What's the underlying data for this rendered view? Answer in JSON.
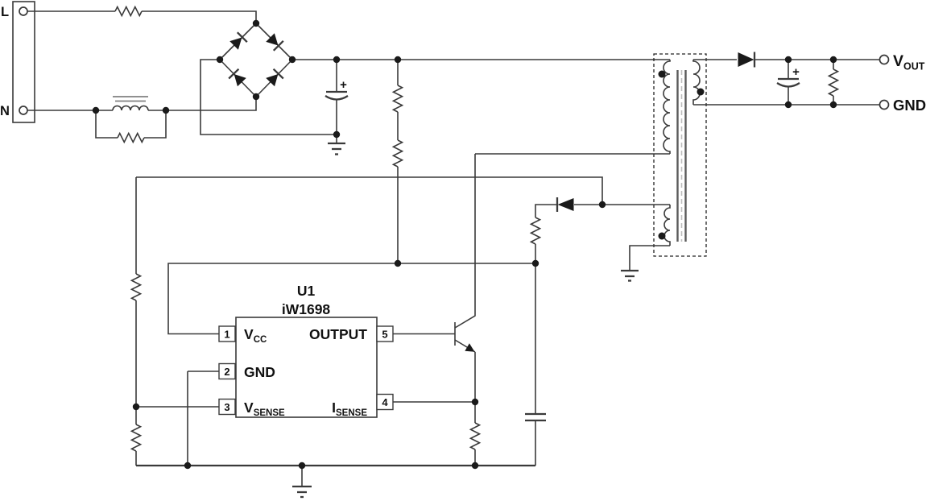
{
  "colors": {
    "wire": "#3a3a3a",
    "text": "#111111",
    "background": "#ffffff"
  },
  "input_terminals": {
    "line": "L",
    "neutral": "N"
  },
  "ic": {
    "designator": "U1",
    "part_number": "iW1698",
    "pins": [
      {
        "number": "1",
        "name_main": "V",
        "name_sub": "CC"
      },
      {
        "number": "2",
        "name_main": "GND",
        "name_sub": ""
      },
      {
        "number": "3",
        "name_main": "V",
        "name_sub": "SENSE"
      },
      {
        "number": "4",
        "name_main": "I",
        "name_sub": "SENSE"
      },
      {
        "number": "5",
        "name_main": "OUTPUT",
        "name_sub": ""
      }
    ]
  },
  "output_terminals": {
    "vout_main": "V",
    "vout_sub": "OUT",
    "gnd": "GND"
  },
  "polarity_marks": {
    "bulk_cap_plus": "+",
    "output_cap_plus": "+"
  }
}
